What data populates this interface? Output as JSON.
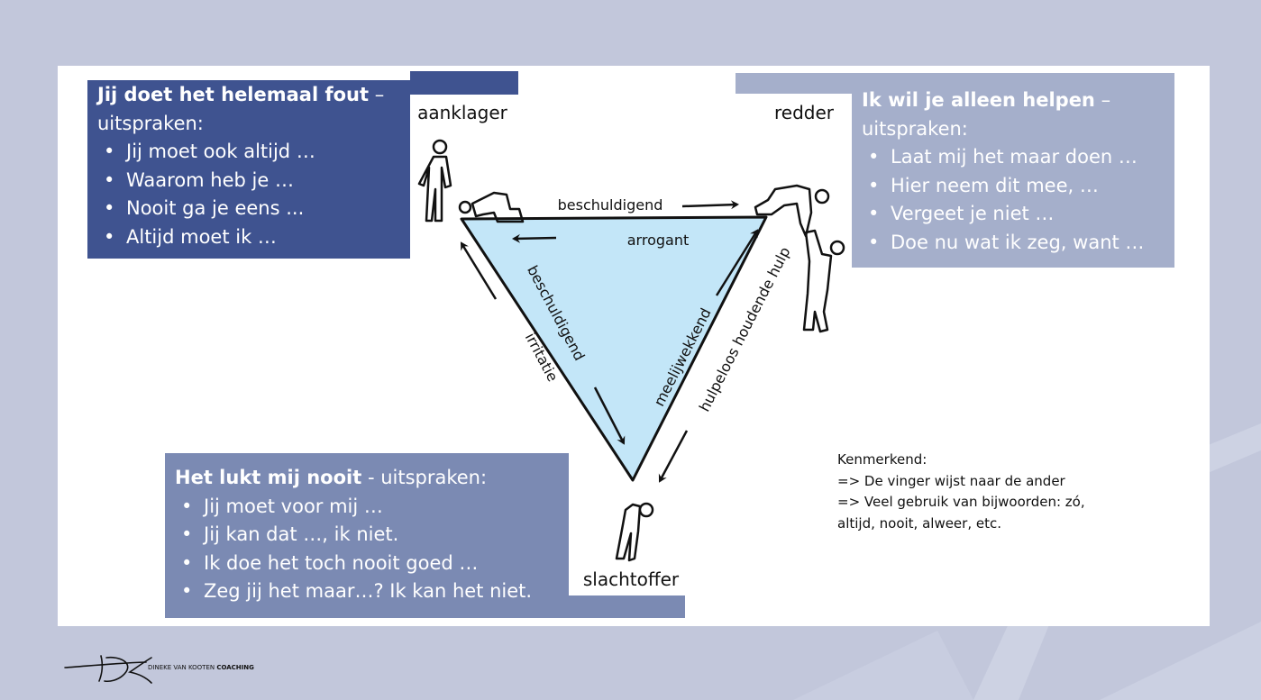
{
  "colors": {
    "background": "#c2c7db",
    "box_accuser": "#3f5390",
    "box_rescuer": "#a5afcb",
    "box_victim": "#7b8ab3",
    "triangle_fill": "#c3e6f8"
  },
  "diagram": {
    "role_accuser": "aanklager",
    "role_rescuer": "redder",
    "role_victim": "slachtoffer",
    "edge_top_upper": "beschuldigend",
    "edge_top_lower": "arrogant",
    "edge_left_inner": "beschuldigend",
    "edge_left_outer": "irritatie",
    "edge_right_inner": "meelijwekkend",
    "edge_right_outer": "hulpeloos houdende hulp"
  },
  "box_accuser": {
    "title": "Jij doet het helemaal fout",
    "suffix": " – ",
    "subtitle": "uitspraken:",
    "items": [
      "Jij moet ook altijd …",
      "Waarom heb je …",
      "Nooit ga je eens ...",
      "Altijd moet ik …"
    ]
  },
  "box_rescuer": {
    "title": "Ik wil je alleen helpen",
    "suffix": " – ",
    "subtitle": "uitspraken:",
    "items": [
      "Laat mij het maar doen …",
      "Hier neem dit mee, …",
      "Vergeet je niet …",
      "Doe nu wat ik zeg, want …"
    ]
  },
  "box_victim": {
    "title": "Het lukt mij nooit",
    "suffix": " - uitspraken:",
    "items": [
      "Jij moet voor mij …",
      "Jij kan dat …, ik niet.",
      "Ik doe het toch nooit goed …",
      "Zeg jij het maar…? Ik kan het niet."
    ]
  },
  "notes": {
    "lines": [
      "Kenmerkend:",
      "=> De vinger wijst naar de ander",
      "=> Veel gebruik van bijwoorden: zó,",
      "altijd, nooit, alweer, etc."
    ]
  },
  "logo": {
    "text_main": "DINEKE VAN KOOTEN ",
    "text_bold": "COACHING"
  }
}
